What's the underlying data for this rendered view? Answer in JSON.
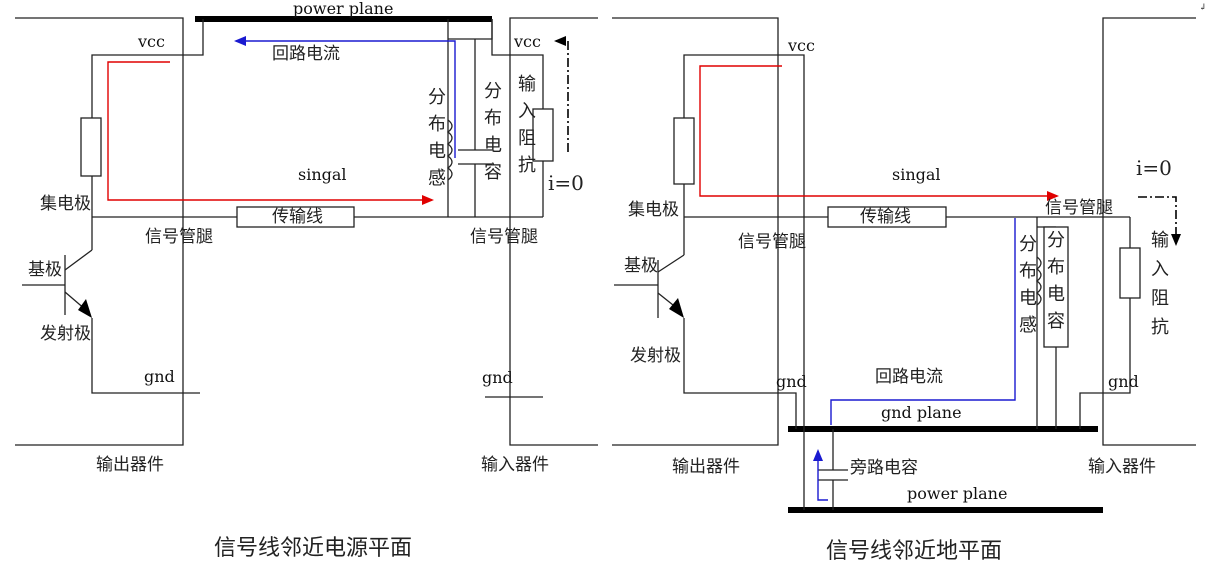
{
  "para_mark": "↲",
  "left": {
    "power_plane": "power plane",
    "vcc_out": "vcc",
    "vcc_in": "vcc",
    "return_current": "回路电流",
    "signal": "singal",
    "collector": "集电极",
    "signal_pin": "信号管腿",
    "transmission_line": "传输线",
    "signal_pin_in": "信号管腿",
    "base": "基极",
    "emitter": "发射极",
    "gnd_out": "gnd",
    "gnd_in": "gnd",
    "output_device": "输出器件",
    "input_device": "输入器件",
    "zero_current": "i=0",
    "dist_inductance": [
      "分",
      "布",
      "电",
      "感"
    ],
    "dist_capacitance": [
      "分",
      "布",
      "电",
      "容"
    ],
    "input_impedance": [
      "输",
      "入",
      "阻",
      "抗"
    ],
    "caption": "信号线邻近电源平面"
  },
  "right": {
    "vcc": "vcc",
    "signal": "singal",
    "collector": "集电极",
    "signal_pin": "信号管腿",
    "transmission_line": "传输线",
    "signal_pin_in": "信号管腿",
    "base": "基极",
    "emitter": "发射极",
    "gnd_out": "gnd",
    "return_current": "回路电流",
    "gnd_in": "gnd",
    "gnd_plane": "gnd plane",
    "bypass_cap": "旁路电容",
    "power_plane": "power plane",
    "output_device": "输出器件",
    "input_device": "输入器件",
    "zero_current": "i=0",
    "dist_inductance": [
      "分",
      "布",
      "电",
      "感"
    ],
    "dist_capacitance": [
      "分",
      "布",
      "电",
      "容"
    ],
    "input_impedance": [
      "输",
      "入",
      "阻",
      "抗"
    ],
    "caption": "信号线邻近地平面"
  }
}
